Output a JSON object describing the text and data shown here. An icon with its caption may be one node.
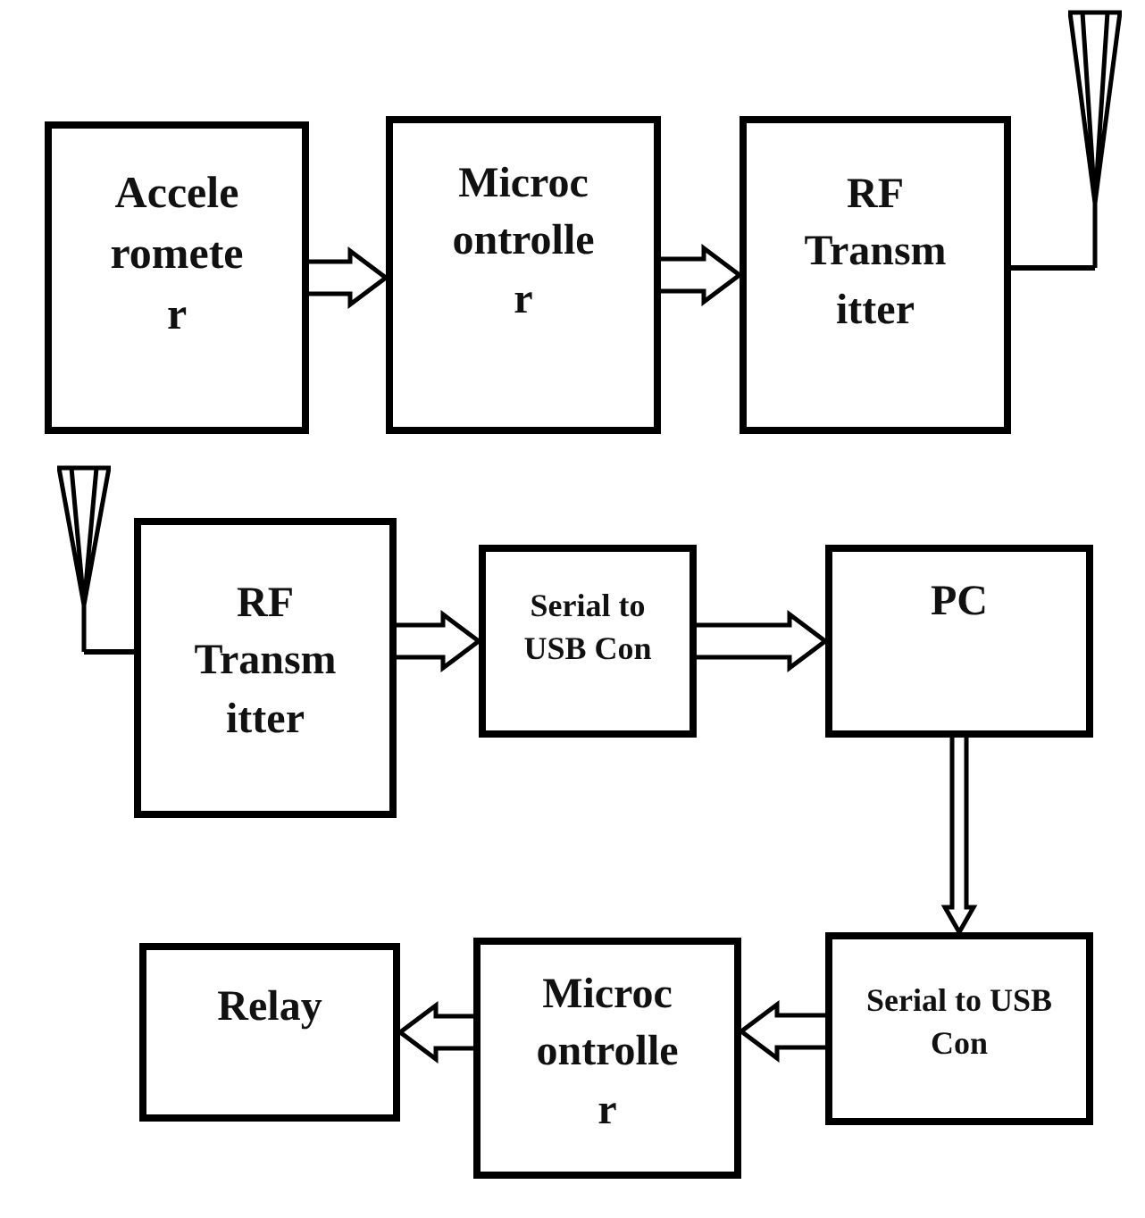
{
  "diagram": {
    "nodes": [
      {
        "text": [
          "Accele romete r"
        ]
      },
      {
        "text": [
          "Microc ontrolle r"
        ]
      },
      {
        "text": [
          "RF Transm itter"
        ]
      },
      {
        "text": [],
        "shape": "picture"
      },
      {
        "text": [],
        "shape": "picture"
      },
      {
        "text": [
          "RF Transm itter"
        ]
      },
      {
        "text": [
          "Serial to USB Con"
        ]
      },
      {
        "text": [
          "PC"
        ]
      },
      {
        "text": [
          "Serial to USB Con"
        ]
      },
      {
        "text": [
          "Microc ontrolle r"
        ]
      },
      {
        "text": [
          "Relay"
        ]
      }
    ],
    "edges": [
      {
        "from": 0,
        "to": 1,
        "arrow": "to"
      },
      {
        "from": 1,
        "to": 2,
        "arrow": "to"
      },
      {
        "from": 2,
        "to": 3,
        "arrow": "none"
      },
      {
        "from": 4,
        "to": 5,
        "arrow": "none"
      },
      {
        "from": 5,
        "to": 6,
        "arrow": "to"
      },
      {
        "from": 6,
        "to": 7,
        "arrow": "to"
      },
      {
        "from": 7,
        "to": 8,
        "arrow": "to"
      },
      {
        "from": 8,
        "to": 9,
        "arrow": "to"
      },
      {
        "from": 9,
        "to": 10,
        "arrow": "to"
      }
    ]
  }
}
